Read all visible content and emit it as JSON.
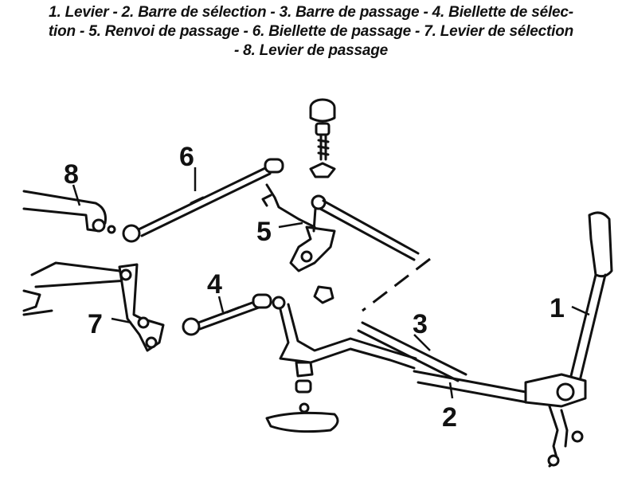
{
  "caption": {
    "line1": "1. Levier - 2. Barre de sélection - 3. Barre de passage - 4. Biellette de sélec-",
    "line2": "tion - 5. Renvoi de passage - 6. Biellette de passage - 7. Levier de sélection",
    "line3": "- 8. Levier de passage"
  },
  "callouts": {
    "n1": "1",
    "n2": "2",
    "n3": "3",
    "n4": "4",
    "n5": "5",
    "n6": "6",
    "n7": "7",
    "n8": "8"
  }
}
